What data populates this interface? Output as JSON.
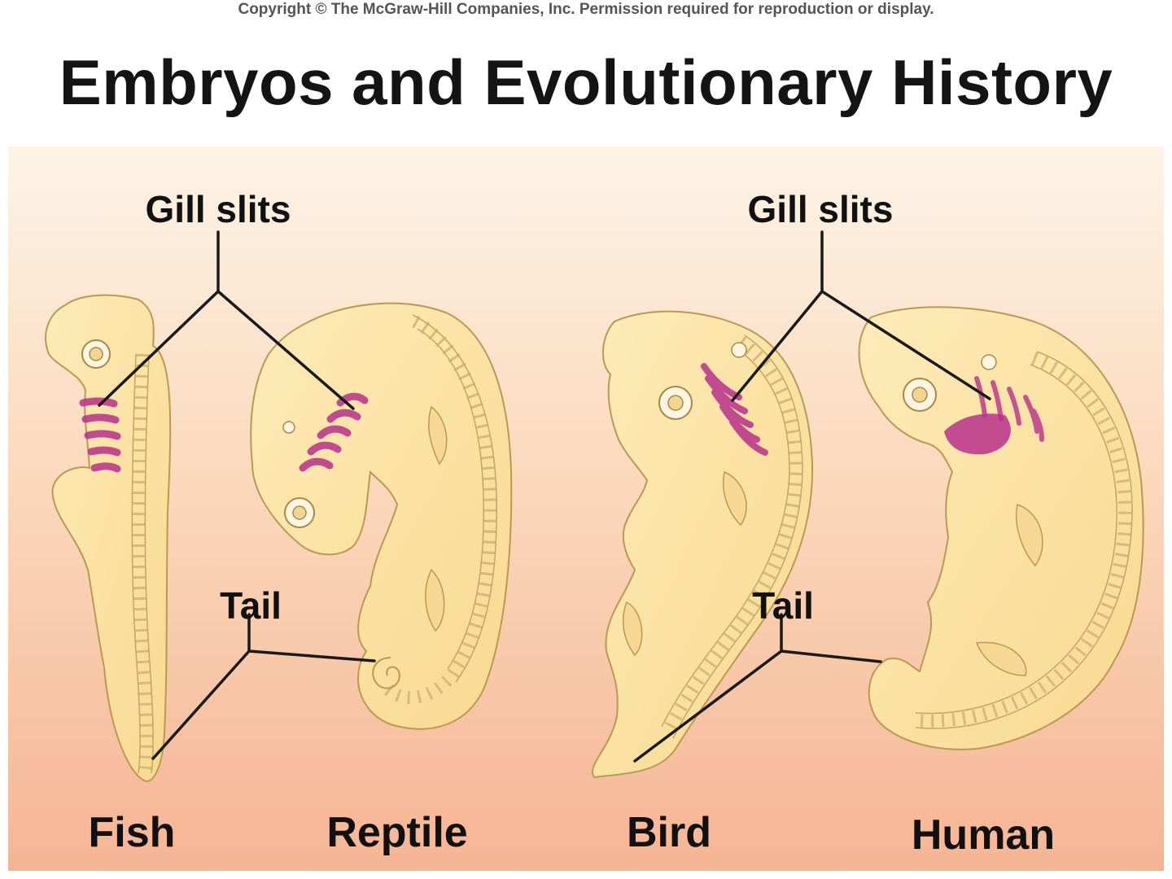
{
  "copyright": "Copyright © The McGraw-Hill Companies, Inc. Permission required for reproduction or display.",
  "title": "Embryos and Evolutionary History",
  "labels": {
    "gill_slits_left": "Gill slits",
    "gill_slits_right": "Gill slits",
    "tail_left": "Tail",
    "tail_right": "Tail"
  },
  "embryos": [
    {
      "name": "Fish"
    },
    {
      "name": "Reptile"
    },
    {
      "name": "Bird"
    },
    {
      "name": "Human"
    }
  ],
  "colors": {
    "background_top": "#fdf3e3",
    "background_bottom": "#f6b898",
    "embryo_fill": "#fbe4a8",
    "embryo_stroke": "#b89a52",
    "gill_slit": "#b8308c",
    "leader_line": "#1a1a1a"
  }
}
